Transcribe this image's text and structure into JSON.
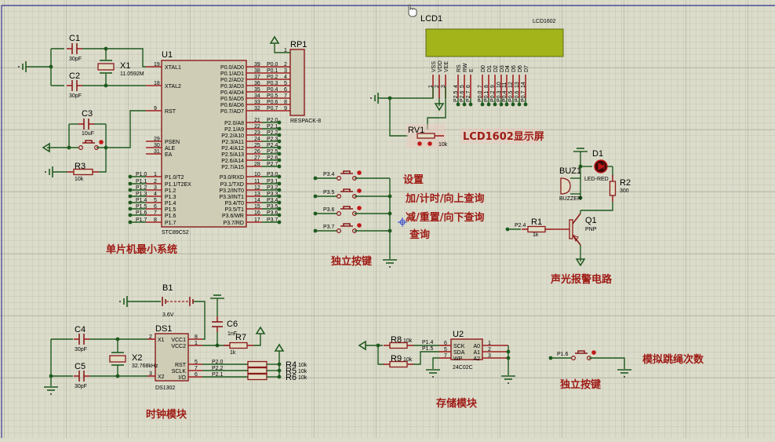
{
  "app": {
    "name": "Proteus ISIS schematic"
  },
  "colors": {
    "background": "#dcdccb",
    "wire": "#1e5a1e",
    "component": "#8a1a1a",
    "label_cn": "#9e1a14",
    "lcd_screen": "#a3b41a",
    "sheet_border": "#3a3a9a"
  },
  "mcu": {
    "ref": "U1",
    "part": "STC89C52",
    "left_pins": [
      {
        "num": "19",
        "name": "XTAL1"
      },
      {
        "num": "18",
        "name": "XTAL2"
      },
      {
        "num": "9",
        "name": "RST"
      },
      {
        "num": "29",
        "name": "PSEN"
      },
      {
        "num": "30",
        "name": "ALE"
      },
      {
        "num": "31",
        "name": "EA"
      },
      {
        "num": "1",
        "name": "P1.0/T2",
        "net": "P1.0"
      },
      {
        "num": "2",
        "name": "P1.1/T2EX",
        "net": "P1.1"
      },
      {
        "num": "3",
        "name": "P1.2",
        "net": "P1.2"
      },
      {
        "num": "4",
        "name": "P1.3",
        "net": "P1.3"
      },
      {
        "num": "5",
        "name": "P1.4",
        "net": "P1.4"
      },
      {
        "num": "6",
        "name": "P1.5",
        "net": "P1.5"
      },
      {
        "num": "7",
        "name": "P1.6",
        "net": "P1.6"
      },
      {
        "num": "8",
        "name": "P1.7",
        "net": "P1.7"
      }
    ],
    "right_pins": [
      {
        "num": "39",
        "name": "P0.0/AD0",
        "net": "P0.0"
      },
      {
        "num": "38",
        "name": "P0.1/AD1",
        "net": "P0.1"
      },
      {
        "num": "37",
        "name": "P0.2/AD2",
        "net": "P0.2"
      },
      {
        "num": "36",
        "name": "P0.3/AD3",
        "net": "P0.3"
      },
      {
        "num": "35",
        "name": "P0.4/AD4",
        "net": "P0.4"
      },
      {
        "num": "34",
        "name": "P0.5/AD5",
        "net": "P0.5"
      },
      {
        "num": "33",
        "name": "P0.6/AD6",
        "net": "P0.6"
      },
      {
        "num": "32",
        "name": "P0.7/AD7",
        "net": "P0.7"
      },
      {
        "num": "21",
        "name": "P2.0/A8",
        "net": "P2.0"
      },
      {
        "num": "22",
        "name": "P2.1/A9",
        "net": "P2.1"
      },
      {
        "num": "23",
        "name": "P2.2/A10",
        "net": "P2.2"
      },
      {
        "num": "24",
        "name": "P2.3/A11",
        "net": "P2.3"
      },
      {
        "num": "25",
        "name": "P2.4/A12",
        "net": "P2.4"
      },
      {
        "num": "26",
        "name": "P2.5/A13",
        "net": "P2.5"
      },
      {
        "num": "27",
        "name": "P2.6/A14",
        "net": "P2.6"
      },
      {
        "num": "28",
        "name": "P2.7/A15",
        "net": "P2.7"
      },
      {
        "num": "10",
        "name": "P3.0/RXD",
        "net": "P3.0"
      },
      {
        "num": "11",
        "name": "P3.1/TXD",
        "net": "P3.1"
      },
      {
        "num": "12",
        "name": "P3.2/INT0",
        "net": "P3.2"
      },
      {
        "num": "13",
        "name": "P3.3/INT1",
        "net": "P3.3"
      },
      {
        "num": "14",
        "name": "P3.4/T0",
        "net": "P3.4"
      },
      {
        "num": "15",
        "name": "P3.5/T1",
        "net": "P3.5"
      },
      {
        "num": "16",
        "name": "P3.6/WR",
        "net": "P3.6"
      },
      {
        "num": "17",
        "name": "P3.7/RD",
        "net": "P3.7"
      }
    ]
  },
  "min_system": {
    "C1": {
      "ref": "C1",
      "value": "30pF"
    },
    "C2": {
      "ref": "C2",
      "value": "30pF"
    },
    "C3": {
      "ref": "C3",
      "value": "10uF"
    },
    "X1": {
      "ref": "X1",
      "value": "11.0592M"
    },
    "R3": {
      "ref": "R3",
      "value": "10k"
    },
    "title": "单片机最小系统"
  },
  "rp1": {
    "ref": "RP1",
    "part": "RESPACK-8",
    "pins": [
      "1",
      "2",
      "3",
      "4",
      "5",
      "6",
      "7",
      "8",
      "9"
    ],
    "nets": [
      "P0.0",
      "P0.1",
      "P0.2",
      "P0.3",
      "P0.4",
      "P0.5",
      "P0.6",
      "P0.7"
    ]
  },
  "lcd": {
    "ref": "LCD1",
    "part": "LCD1602",
    "pins": [
      {
        "name": "VSS",
        "num": "1"
      },
      {
        "name": "VDD",
        "num": "2"
      },
      {
        "name": "VEE",
        "num": "3"
      },
      {
        "name": "RS",
        "num": "4",
        "net": "P2.5"
      },
      {
        "name": "RW",
        "num": "5",
        "net": "P2.6"
      },
      {
        "name": "E",
        "num": "6",
        "net": "P2.7"
      },
      {
        "name": "D0",
        "num": "7",
        "net": "P0.0"
      },
      {
        "name": "D1",
        "num": "8",
        "net": "P0.1"
      },
      {
        "name": "D2",
        "num": "9",
        "net": "P0.2"
      },
      {
        "name": "D3",
        "num": "10",
        "net": "P0.3"
      },
      {
        "name": "D4",
        "num": "11",
        "net": "P0.4"
      },
      {
        "name": "D5",
        "num": "12",
        "net": "P0.5"
      },
      {
        "name": "D6",
        "num": "13",
        "net": "P0.6"
      },
      {
        "name": "D7",
        "num": "14",
        "net": "P0.7"
      }
    ],
    "rv1": {
      "ref": "RV1",
      "value": "10k"
    },
    "title": "LCD1602显示屏"
  },
  "keys": {
    "nets": [
      "P3.4",
      "P3.5",
      "P3.6",
      "P3.7"
    ],
    "functions": [
      "设置",
      "加/计时/向上查询",
      "减/重置/向下查询",
      "查询"
    ],
    "title": "独立按键"
  },
  "alarm": {
    "D1": {
      "ref": "D1",
      "value": "LED-RED"
    },
    "BUZ1": {
      "ref": "BUZ1",
      "value": "BUZZER"
    },
    "R2": {
      "ref": "R2",
      "value": "300"
    },
    "R1": {
      "ref": "R1",
      "value": "1k",
      "net": "P2.4"
    },
    "Q1": {
      "ref": "Q1",
      "value": "PNP"
    },
    "title": "声光报警电路"
  },
  "clock": {
    "B1": {
      "ref": "B1",
      "value": "3.6V"
    },
    "C4": {
      "ref": "C4",
      "value": "30pF"
    },
    "C5": {
      "ref": "C5",
      "value": "30pF"
    },
    "X2": {
      "ref": "X2",
      "value": "32.768kHz"
    },
    "C6": {
      "ref": "C6",
      "value": "1nF"
    },
    "R7": {
      "ref": "R7",
      "value": "1k"
    },
    "DS1": {
      "ref": "DS1",
      "part": "DS1302",
      "left_pins": [
        {
          "num": "2",
          "name": "X1"
        },
        {
          "num": "3",
          "name": "X2"
        }
      ],
      "right_pins": [
        {
          "num": "8",
          "name": "VCC1"
        },
        {
          "num": "1",
          "name": "VCC2"
        },
        {
          "num": "5",
          "name": "RST",
          "net": "P2.0"
        },
        {
          "num": "7",
          "name": "SCLK",
          "net": "P2.2"
        },
        {
          "num": "6",
          "name": "I/O",
          "net": "P2.1"
        }
      ]
    },
    "pullups": [
      {
        "ref": "R4",
        "value": "10k"
      },
      {
        "ref": "R5",
        "value": "10k"
      },
      {
        "ref": "R6",
        "value": "10k"
      }
    ],
    "title": "时钟模块"
  },
  "storage": {
    "R8": {
      "ref": "R8",
      "value": "10k",
      "net": "P1.4"
    },
    "R9": {
      "ref": "R9",
      "value": "10k",
      "net": "P1.5"
    },
    "U2": {
      "ref": "U2",
      "part": "24C02C",
      "left_pins": [
        {
          "num": "6",
          "name": "SCK"
        },
        {
          "num": "5",
          "name": "SDA"
        },
        {
          "num": "7",
          "name": "WP"
        }
      ],
      "right_pins": [
        {
          "num": "1",
          "name": "A0"
        },
        {
          "num": "2",
          "name": "A1"
        },
        {
          "num": "3",
          "name": "A2"
        }
      ]
    },
    "title": "存储模块"
  },
  "jump_key": {
    "net": "P1.6",
    "function": "模拟跳绳次数",
    "title": "独立按键"
  }
}
